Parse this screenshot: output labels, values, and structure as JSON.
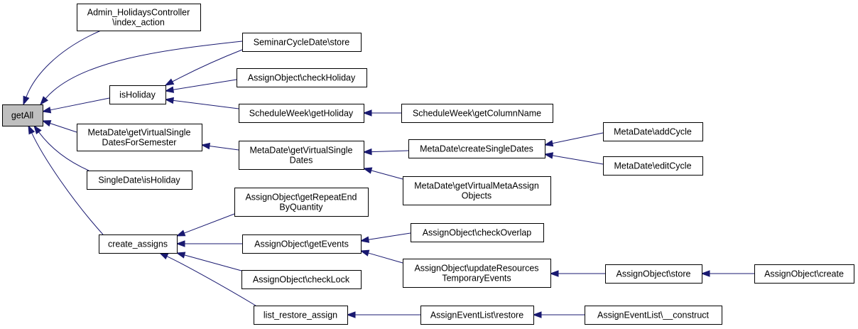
{
  "nodes": [
    {
      "id": "getAll",
      "lines": [
        "getAll"
      ]
    },
    {
      "id": "admin_holidays",
      "lines": [
        "Admin_HolidaysController",
        "\\index_action"
      ]
    },
    {
      "id": "scd_store",
      "lines": [
        "SeminarCycleDate\\store"
      ]
    },
    {
      "id": "isHoliday",
      "lines": [
        "isHoliday"
      ]
    },
    {
      "id": "ao_checkHoliday",
      "lines": [
        "AssignObject\\checkHoliday"
      ]
    },
    {
      "id": "sw_getHoliday",
      "lines": [
        "ScheduleWeek\\getHoliday"
      ]
    },
    {
      "id": "sw_getColumnName",
      "lines": [
        "ScheduleWeek\\getColumnName"
      ]
    },
    {
      "id": "md_gvsdfs",
      "lines": [
        "MetaDate\\getVirtualSingle",
        "DatesForSemester"
      ]
    },
    {
      "id": "md_gvsd",
      "lines": [
        "MetaDate\\getVirtualSingle",
        "Dates"
      ]
    },
    {
      "id": "md_createSingleDates",
      "lines": [
        "MetaDate\\createSingleDates"
      ]
    },
    {
      "id": "md_addCycle",
      "lines": [
        "MetaDate\\addCycle"
      ]
    },
    {
      "id": "md_editCycle",
      "lines": [
        "MetaDate\\editCycle"
      ]
    },
    {
      "id": "sd_isHoliday",
      "lines": [
        "SingleDate\\isHoliday"
      ]
    },
    {
      "id": "md_gvmao",
      "lines": [
        "MetaDate\\getVirtualMetaAssign",
        "Objects"
      ]
    },
    {
      "id": "ao_getRepeatEnd",
      "lines": [
        "AssignObject\\getRepeatEnd",
        "ByQuantity"
      ]
    },
    {
      "id": "create_assigns",
      "lines": [
        "create_assigns"
      ]
    },
    {
      "id": "ao_getEvents",
      "lines": [
        "AssignObject\\getEvents"
      ]
    },
    {
      "id": "ao_checkOverlap",
      "lines": [
        "AssignObject\\checkOverlap"
      ]
    },
    {
      "id": "ao_updateRTE",
      "lines": [
        "AssignObject\\updateResources",
        "TemporaryEvents"
      ]
    },
    {
      "id": "ao_store",
      "lines": [
        "AssignObject\\store"
      ]
    },
    {
      "id": "ao_create",
      "lines": [
        "AssignObject\\create"
      ]
    },
    {
      "id": "ao_checkLock",
      "lines": [
        "AssignObject\\checkLock"
      ]
    },
    {
      "id": "list_restore_assign",
      "lines": [
        "list_restore_assign"
      ]
    },
    {
      "id": "ael_restore",
      "lines": [
        "AssignEventList\\restore"
      ]
    },
    {
      "id": "ael_construct",
      "lines": [
        "AssignEventList\\__construct"
      ]
    }
  ],
  "edges": [
    {
      "from": "admin_holidays",
      "to": "getAll"
    },
    {
      "from": "scd_store",
      "to": "getAll"
    },
    {
      "from": "isHoliday",
      "to": "getAll"
    },
    {
      "from": "md_gvsdfs",
      "to": "getAll"
    },
    {
      "from": "sd_isHoliday",
      "to": "getAll"
    },
    {
      "from": "create_assigns",
      "to": "getAll"
    },
    {
      "from": "scd_store",
      "to": "isHoliday"
    },
    {
      "from": "ao_checkHoliday",
      "to": "isHoliday"
    },
    {
      "from": "sw_getHoliday",
      "to": "isHoliday"
    },
    {
      "from": "sw_getColumnName",
      "to": "sw_getHoliday"
    },
    {
      "from": "md_gvsd",
      "to": "md_gvsdfs"
    },
    {
      "from": "md_createSingleDates",
      "to": "md_gvsd"
    },
    {
      "from": "md_gvmao",
      "to": "md_gvsd"
    },
    {
      "from": "md_addCycle",
      "to": "md_createSingleDates"
    },
    {
      "from": "md_editCycle",
      "to": "md_createSingleDates"
    },
    {
      "from": "ao_getRepeatEnd",
      "to": "create_assigns"
    },
    {
      "from": "ao_getEvents",
      "to": "create_assigns"
    },
    {
      "from": "ao_checkLock",
      "to": "create_assigns"
    },
    {
      "from": "list_restore_assign",
      "to": "create_assigns"
    },
    {
      "from": "ao_checkOverlap",
      "to": "ao_getEvents"
    },
    {
      "from": "ao_updateRTE",
      "to": "ao_getEvents"
    },
    {
      "from": "ao_store",
      "to": "ao_updateRTE"
    },
    {
      "from": "ao_create",
      "to": "ao_store"
    },
    {
      "from": "ael_restore",
      "to": "list_restore_assign"
    },
    {
      "from": "ael_construct",
      "to": "ael_restore"
    }
  ],
  "colors": {
    "edge": "#191970",
    "root_fill": "#bfbfbf",
    "node_fill": "#ffffff",
    "border": "#000000"
  }
}
